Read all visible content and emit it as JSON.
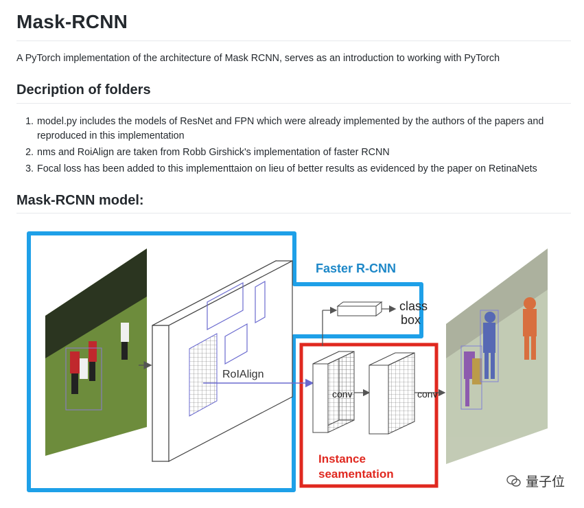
{
  "title": "Mask-RCNN",
  "intro": "A PyTorch implementation of the architecture of Mask RCNN, serves as an introduction to working with PyTorch",
  "folders_heading": "Decription of folders",
  "folders": [
    "model.py includes the models of ResNet and FPN which were already implemented by the authors of the papers and reproduced in this implementation",
    "nms and RoiAlign are taken from Robb Girshick's implementation of faster RCNN",
    "Focal loss has been added to this implementtaion on lieu of better results as evidenced by the paper on RetinaNets"
  ],
  "model_heading": "Mask-RCNN model:",
  "diagram": {
    "faster_rcnn_label": "Faster R-CNN",
    "roialign_label": "RoIAlign",
    "class_label": "class",
    "box_label": "box",
    "conv1_label": "conv",
    "conv2_label": "conv",
    "instance_label": "Instance",
    "segmentation_label": "seamentation",
    "colors": {
      "faster_rcnn": "#1ea0e8",
      "instance": "#e0281f"
    }
  },
  "watermark": "量子位"
}
